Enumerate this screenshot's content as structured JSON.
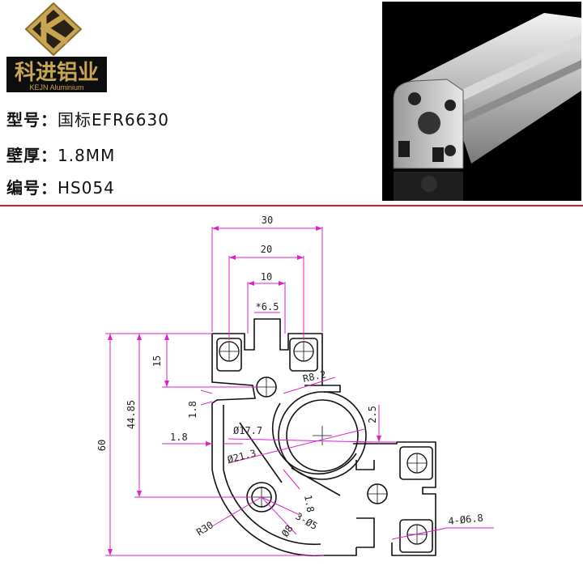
{
  "brand": {
    "name_cn": "科进铝业",
    "name_en": "KEJN Aluminium",
    "logo_colors": {
      "gold": "#c8a552",
      "dark": "#2a2116",
      "plaque": "#0d0d0d"
    }
  },
  "specs": [
    {
      "label": "型号：",
      "value": "国标EFR6630"
    },
    {
      "label": "壁厚：",
      "value": "1.8MM"
    },
    {
      "label": "编号：",
      "value": "HS054"
    }
  ],
  "divider_color": "#d42222",
  "drawing": {
    "dim_color": "#e020c8",
    "dimensions": {
      "width_30": "30",
      "width_20": "20",
      "width_10": "10",
      "slot_6_5": "*6.5",
      "height_15": "15",
      "r8_2": "R8.2",
      "wall_1_8_top": "1.8",
      "height_44_85": "44.85",
      "height_60": "60",
      "d17_7": "Ø17.7",
      "d21_3": "Ø21.3",
      "wall_1_8_left": "1.8",
      "gap_2_5": "2.5",
      "wall_1_8_mid": "1.8",
      "holes_3_d5": "3-Ø5",
      "d8": "Ø8",
      "r30": "R30",
      "holes_4_d6_8": "4-Ø6.8"
    }
  }
}
